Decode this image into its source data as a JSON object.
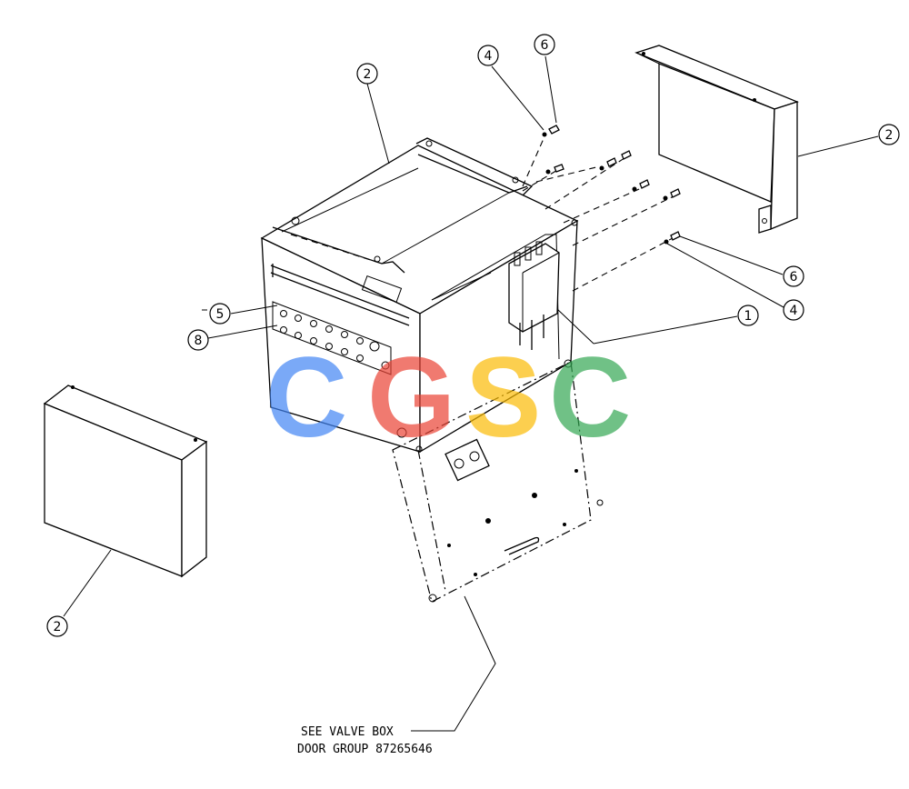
{
  "callouts": [
    {
      "id": "c2-top",
      "num": "2"
    },
    {
      "id": "c4-top",
      "num": "4"
    },
    {
      "id": "c6-top",
      "num": "6"
    },
    {
      "id": "c2-right",
      "num": "2"
    },
    {
      "id": "c6-right",
      "num": "6"
    },
    {
      "id": "c4-right",
      "num": "4"
    },
    {
      "id": "c1",
      "num": "1"
    },
    {
      "id": "c5",
      "num": "5"
    },
    {
      "id": "c8",
      "num": "8"
    },
    {
      "id": "c2-bottom",
      "num": "2"
    }
  ],
  "note": {
    "line1": "SEE VALVE BOX",
    "line2": "DOOR GROUP 87265646"
  },
  "watermark": {
    "letters": [
      "C",
      "G",
      "S",
      "C"
    ],
    "colors": [
      "#4285F4",
      "#EA4335",
      "#FBBC05",
      "#34A853"
    ]
  }
}
